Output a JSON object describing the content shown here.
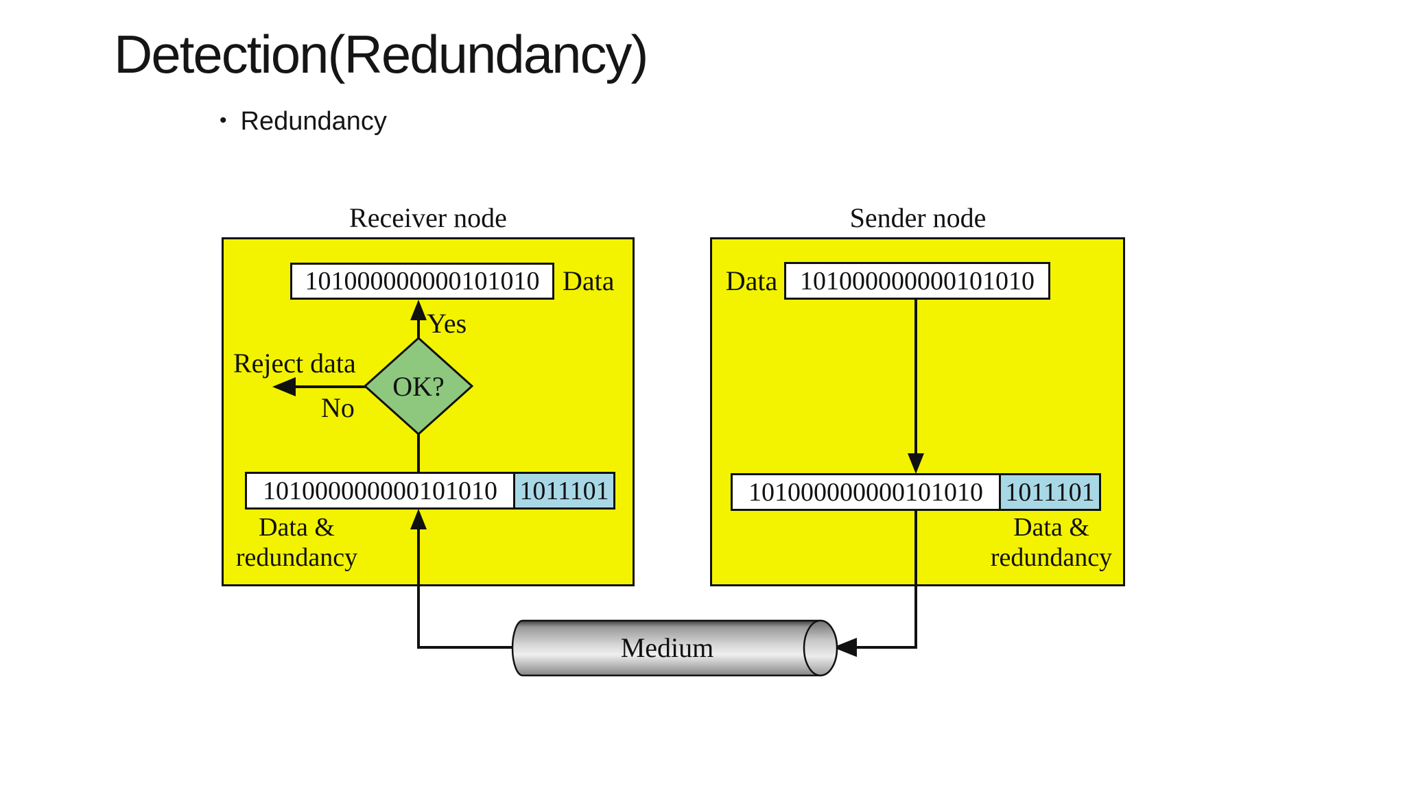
{
  "slide": {
    "title": "Detection(Redundancy)",
    "bullet_marker": "•",
    "bullet": "Redundancy"
  },
  "colors": {
    "node_fill": "#f3f300",
    "decision_fill": "#8dc87e",
    "redundancy_fill": "#a8d8e6",
    "line": "#111111"
  },
  "receiver": {
    "title": "Receiver node",
    "data_label": "Data",
    "data_bits": "101000000000101010",
    "yes_label": "Yes",
    "no_label": "No",
    "decision_label": "OK?",
    "reject_label": "Reject data",
    "combined_bits": "101000000000101010",
    "redundancy_bits": "1011101",
    "caption_line1": "Data &",
    "caption_line2": "redundancy"
  },
  "sender": {
    "title": "Sender node",
    "data_label": "Data",
    "data_bits": "101000000000101010",
    "combined_bits": "101000000000101010",
    "redundancy_bits": "1011101",
    "caption_line1": "Data &",
    "caption_line2": "redundancy"
  },
  "medium": {
    "label": "Medium"
  }
}
